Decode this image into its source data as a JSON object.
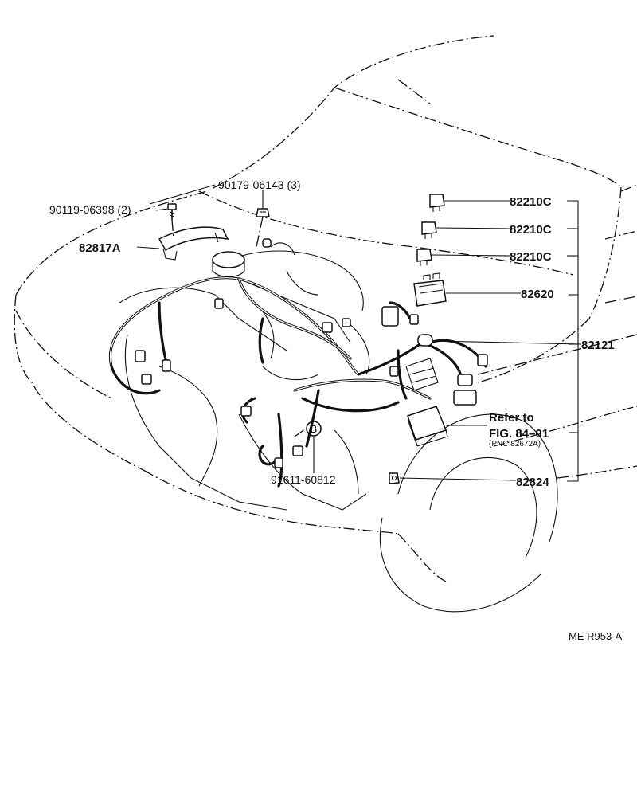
{
  "diagram": {
    "labels": {
      "bolt_a": "90119-06398 (2)",
      "clip_a": "90179-06143 (3)",
      "bracket": "82817A",
      "relay_1": "82210C",
      "relay_2": "82210C",
      "relay_3": "82210C",
      "relay_block": "82620",
      "harness": "82121",
      "refer_line1": "Refer to",
      "refer_line2": "FIG. 84–01",
      "refer_line3": "(PNC 82672A)",
      "clamp": "82824",
      "bolt_b": "91611-60812",
      "circle_mark": "B",
      "figure_code": "ME R953-A"
    }
  }
}
